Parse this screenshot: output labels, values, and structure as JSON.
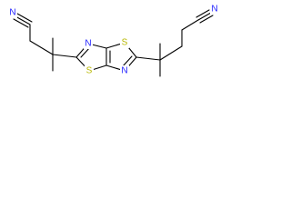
{
  "molecule": {
    "atoms": {
      "n_left": "N",
      "n_ring_left": "N",
      "s_ring_left": "S",
      "s_ring_right": "S",
      "n_ring_right": "N",
      "n_right": "N"
    }
  },
  "colors": {
    "bond": "#000000",
    "nitrogen": "#1f1fff",
    "sulfur": "#b7b700"
  }
}
